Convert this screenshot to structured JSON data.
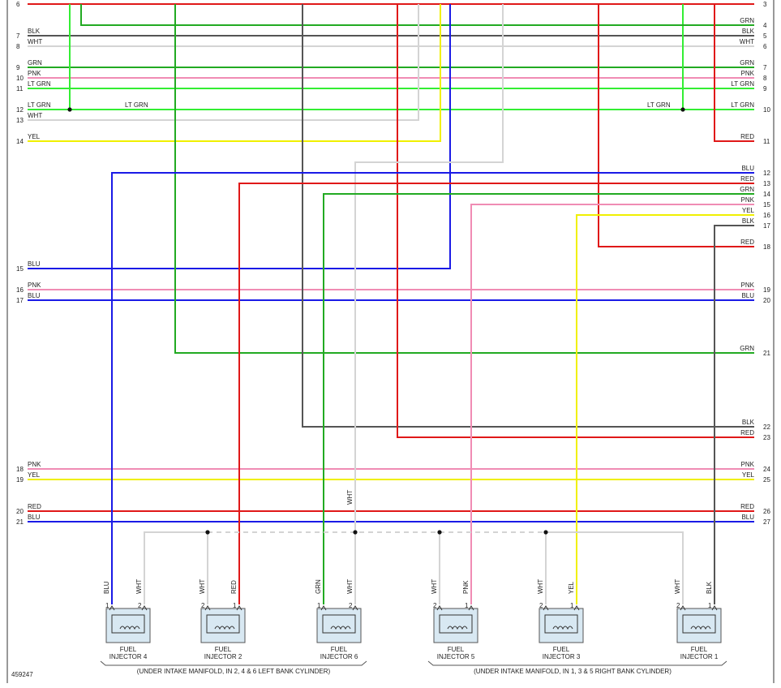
{
  "colors": {
    "BLK": "#555555",
    "WHT": "#d4d4d4",
    "GRN": "#22aa22",
    "LT GRN": "#33ee33",
    "PNK": "#f08cb4",
    "YEL": "#f0f000",
    "BLU": "#1a1ae6",
    "RED": "#e01818"
  },
  "left_pins": [
    {
      "pin": "6",
      "color": ""
    },
    {
      "pin": "7",
      "color": "BLK"
    },
    {
      "pin": "8",
      "color": "WHT"
    },
    {
      "pin": "9",
      "color": "GRN"
    },
    {
      "pin": "10",
      "color": "PNK"
    },
    {
      "pin": "11",
      "color": "LT GRN"
    },
    {
      "pin": "12",
      "color": "LT GRN"
    },
    {
      "pin": "13",
      "color": "WHT"
    },
    {
      "pin": "14",
      "color": "YEL"
    },
    {
      "pin": "15",
      "color": "BLU"
    },
    {
      "pin": "16",
      "color": "PNK"
    },
    {
      "pin": "17",
      "color": "BLU"
    },
    {
      "pin": "18",
      "color": "PNK"
    },
    {
      "pin": "19",
      "color": "YEL"
    },
    {
      "pin": "20",
      "color": "RED"
    },
    {
      "pin": "21",
      "color": "BLU"
    }
  ],
  "right_pins": [
    {
      "pin": "3",
      "color": ""
    },
    {
      "pin": "4",
      "color": "GRN"
    },
    {
      "pin": "5",
      "color": "BLK"
    },
    {
      "pin": "6",
      "color": "WHT"
    },
    {
      "pin": "7",
      "color": "GRN"
    },
    {
      "pin": "8",
      "color": "PNK"
    },
    {
      "pin": "9",
      "color": "LT GRN"
    },
    {
      "pin": "10",
      "color": "LT GRN"
    },
    {
      "pin": "11",
      "color": "RED"
    },
    {
      "pin": "12",
      "color": "BLU"
    },
    {
      "pin": "13",
      "color": "RED"
    },
    {
      "pin": "14",
      "color": "GRN"
    },
    {
      "pin": "15",
      "color": "PNK"
    },
    {
      "pin": "16",
      "color": "YEL"
    },
    {
      "pin": "17",
      "color": "BLK"
    },
    {
      "pin": "18",
      "color": "RED"
    },
    {
      "pin": "19",
      "color": "PNK"
    },
    {
      "pin": "20",
      "color": "BLU"
    },
    {
      "pin": "21",
      "color": "GRN"
    },
    {
      "pin": "22",
      "color": "BLK"
    },
    {
      "pin": "23",
      "color": "RED"
    },
    {
      "pin": "24",
      "color": "PNK"
    },
    {
      "pin": "25",
      "color": "YEL"
    },
    {
      "pin": "26",
      "color": "RED"
    },
    {
      "pin": "27",
      "color": "BLU"
    }
  ],
  "midline_labels": [
    "LT GRN",
    "LT GRN"
  ],
  "splice_wire_label": "WHT",
  "injectors": [
    {
      "name": "FUEL INJECTOR 4",
      "line1": "FUEL",
      "line2": "INJECTOR 4",
      "pin1": "1",
      "pin2": "2",
      "wire1": "BLU",
      "wire2": "WHT"
    },
    {
      "name": "FUEL INJECTOR 2",
      "line1": "FUEL",
      "line2": "INJECTOR 2",
      "pin1": "1",
      "pin2": "2",
      "wire1": "RED",
      "wire2": "WHT"
    },
    {
      "name": "FUEL INJECTOR 6",
      "line1": "FUEL",
      "line2": "INJECTOR 6",
      "pin1": "1",
      "pin2": "2",
      "wire1": "GRN",
      "wire2": "WHT"
    },
    {
      "name": "FUEL INJECTOR 5",
      "line1": "FUEL",
      "line2": "INJECTOR 5",
      "pin1": "1",
      "pin2": "2",
      "wire1": "PNK",
      "wire2": "WHT"
    },
    {
      "name": "FUEL INJECTOR 3",
      "line1": "FUEL",
      "line2": "INJECTOR 3",
      "pin1": "1",
      "pin2": "2",
      "wire1": "YEL",
      "wire2": "WHT"
    },
    {
      "name": "FUEL INJECTOR 1",
      "line1": "FUEL",
      "line2": "INJECTOR 1",
      "pin1": "1",
      "pin2": "2",
      "wire1": "BLK",
      "wire2": "WHT"
    }
  ],
  "captions": {
    "left": "(UNDER INTAKE MANIFOLD, IN 2, 4 & 6 LEFT BANK CYLINDER)",
    "right": "(UNDER INTAKE MANIFOLD, IN 1, 3 & 5 RIGHT BANK CYLINDER)"
  },
  "figure_id": "459247"
}
